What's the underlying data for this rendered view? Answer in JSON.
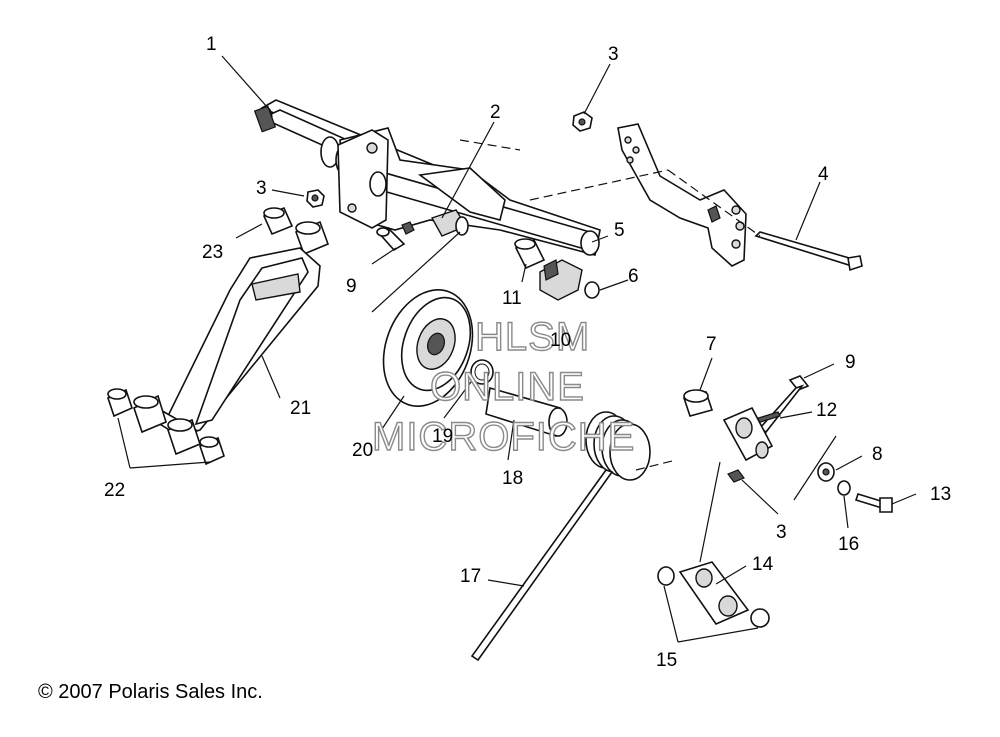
{
  "copyright": "© 2007 Polaris Sales Inc.",
  "watermark": {
    "line1": "HLSM",
    "line2": "ONLINE",
    "line3": "MICROFICHE"
  },
  "callouts": {
    "c1": "1",
    "c2": "2",
    "c3a": "3",
    "c3b": "3",
    "c3c": "3",
    "c4": "4",
    "c5": "5",
    "c6": "6",
    "c7": "7",
    "c8": "8",
    "c9a": "9",
    "c9b": "9",
    "c10": "10",
    "c11": "11",
    "c12": "12",
    "c13": "13",
    "c14": "14",
    "c15": "15",
    "c16": "16",
    "c17": "17",
    "c18": "18",
    "c19": "19",
    "c20": "20",
    "c21": "21",
    "c22": "22",
    "c23": "23"
  }
}
